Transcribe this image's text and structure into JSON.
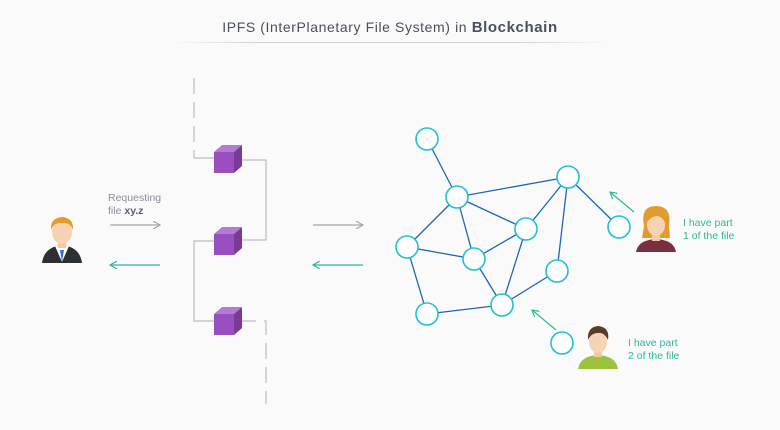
{
  "title": {
    "prefix": "IPFS (InterPlanetary File System)",
    "connector": "in",
    "emphasis": "Blockchain"
  },
  "request": {
    "line1": "Requesting",
    "line2_prefix": "file",
    "line2_file": "xy.z"
  },
  "peer_women": {
    "line1": "I have part",
    "line2": "1 of the file"
  },
  "peer_man": {
    "line1": "I have part",
    "line2": "2 of the file"
  },
  "colors": {
    "node_stroke": "#20bfd6",
    "edge": "#1f66b5",
    "block": "#9a4fc0",
    "arrow_gray": "#a4a8ae",
    "arrow_green": "#2eb89a",
    "text_green": "#2eb89a"
  },
  "icons": [
    "user-businessman-icon",
    "block-cube-icon",
    "user-woman-icon",
    "user-man-icon"
  ]
}
